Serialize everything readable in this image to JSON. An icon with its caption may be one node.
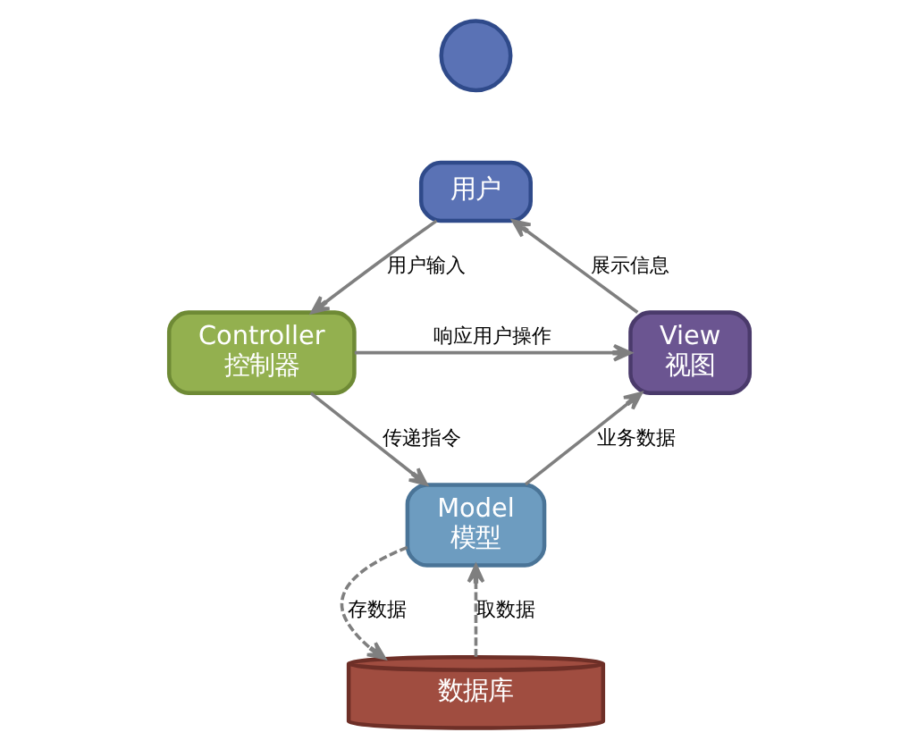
{
  "diagram": {
    "nodes": [
      {
        "text": [],
        "shape": "circle"
      },
      {
        "text": [
          "用户"
        ]
      },
      {
        "text": [
          "Controller",
          "控制器"
        ]
      },
      {
        "text": [
          "View",
          "视图"
        ]
      },
      {
        "text": [
          "Model",
          "模型"
        ]
      },
      {
        "text": [
          "数据库"
        ]
      }
    ],
    "edges": [
      {
        "from": 1,
        "to": 2,
        "arrow": "to",
        "label": "用户输入"
      },
      {
        "from": 2,
        "to": 3,
        "arrow": "to",
        "label": "响应用户操作"
      },
      {
        "from": 3,
        "to": 1,
        "arrow": "to",
        "label": "展示信息"
      },
      {
        "from": 2,
        "to": 4,
        "arrow": "to",
        "label": "传递指令"
      },
      {
        "from": 4,
        "to": 3,
        "arrow": "to",
        "label": "业务数据"
      },
      {
        "from": 4,
        "to": 5,
        "arrow": "to",
        "label": "存数据",
        "style": "dashed"
      },
      {
        "from": 5,
        "to": 4,
        "arrow": "to",
        "label": "取数据",
        "style": "dashed"
      }
    ]
  }
}
